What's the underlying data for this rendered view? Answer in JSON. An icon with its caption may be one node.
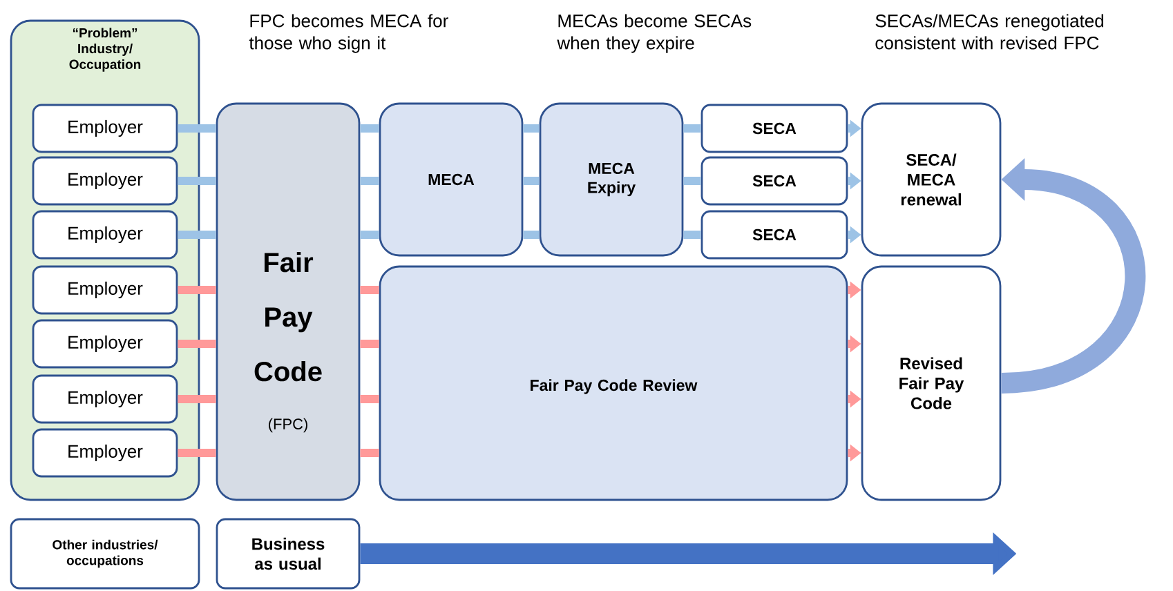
{
  "diagram": {
    "nodes": [
      {
        "text": [
          "“Problem” Industry/ Occupation"
        ]
      },
      {
        "text": [
          "Employer"
        ],
        "in": 0
      },
      {
        "text": [
          "Employer"
        ],
        "in": 0
      },
      {
        "text": [
          "Employer"
        ],
        "in": 0
      },
      {
        "text": [
          "Employer"
        ],
        "in": 0
      },
      {
        "text": [
          "Employer"
        ],
        "in": 0
      },
      {
        "text": [
          "Employer"
        ],
        "in": 0
      },
      {
        "text": [
          "Employer"
        ],
        "in": 0
      },
      {
        "text": [
          "Fair Pay Code",
          "(FPC)"
        ]
      },
      {
        "text": [
          "MECA"
        ]
      },
      {
        "text": [
          "MECA Expiry"
        ]
      },
      {
        "text": [
          "SECA"
        ]
      },
      {
        "text": [
          "SECA"
        ]
      },
      {
        "text": [
          "SECA"
        ]
      },
      {
        "text": [
          "SECA/ MECA renewal"
        ]
      },
      {
        "text": [
          "Fair Pay Code Review"
        ]
      },
      {
        "text": [
          "Revised Fair Pay Code"
        ]
      },
      {
        "text": [
          "Other industries/ occupations"
        ]
      },
      {
        "text": [
          "Business as usual"
        ]
      }
    ],
    "edges": [
      {
        "from": 1,
        "to": 8,
        "arrow": "none"
      },
      {
        "from": 8,
        "to": 9,
        "arrow": "none"
      },
      {
        "from": 9,
        "to": 10,
        "arrow": "none"
      },
      {
        "from": 10,
        "to": 11,
        "arrow": "none"
      },
      {
        "from": 11,
        "to": 14,
        "arrow": "to"
      },
      {
        "from": 2,
        "to": 8,
        "arrow": "none"
      },
      {
        "from": 8,
        "to": 9,
        "arrow": "none"
      },
      {
        "from": 9,
        "to": 10,
        "arrow": "none"
      },
      {
        "from": 10,
        "to": 12,
        "arrow": "none"
      },
      {
        "from": 12,
        "to": 14,
        "arrow": "to"
      },
      {
        "from": 3,
        "to": 8,
        "arrow": "none"
      },
      {
        "from": 8,
        "to": 9,
        "arrow": "none"
      },
      {
        "from": 9,
        "to": 10,
        "arrow": "none"
      },
      {
        "from": 10,
        "to": 13,
        "arrow": "none"
      },
      {
        "from": 13,
        "to": 14,
        "arrow": "to"
      },
      {
        "from": 4,
        "to": 8,
        "arrow": "none",
        "color": "#ff9999"
      },
      {
        "from": 8,
        "to": 15,
        "arrow": "none",
        "color": "#ff9999"
      },
      {
        "from": 15,
        "to": 16,
        "arrow": "to",
        "color": "#ff9999"
      },
      {
        "from": 5,
        "to": 8,
        "arrow": "none",
        "color": "#ff9999"
      },
      {
        "from": 8,
        "to": 15,
        "arrow": "none",
        "color": "#ff9999"
      },
      {
        "from": 15,
        "to": 16,
        "arrow": "to",
        "color": "#ff9999"
      },
      {
        "from": 6,
        "to": 8,
        "arrow": "none",
        "color": "#ff9999"
      },
      {
        "from": 8,
        "to": 15,
        "arrow": "none",
        "color": "#ff9999"
      },
      {
        "from": 15,
        "to": 16,
        "arrow": "to",
        "color": "#ff9999"
      },
      {
        "from": 7,
        "to": 8,
        "arrow": "none",
        "color": "#ff9999"
      },
      {
        "from": 8,
        "to": 15,
        "arrow": "none",
        "color": "#ff9999"
      },
      {
        "from": 15,
        "to": 16,
        "arrow": "to",
        "color": "#ff9999"
      },
      {
        "from": 16,
        "to": 14,
        "arrow": "to",
        "style": "thick",
        "color": "#8faadc"
      },
      {
        "from": 18,
        "to": null,
        "arrow": "to",
        "style": "thick",
        "color": "#4472c4"
      }
    ],
    "labels": [
      "FPC becomes MECA for those who sign it",
      "MECAs become SECAs when they expire",
      "SECAs/MECAs renegotiated consistent with revised FPC"
    ]
  }
}
